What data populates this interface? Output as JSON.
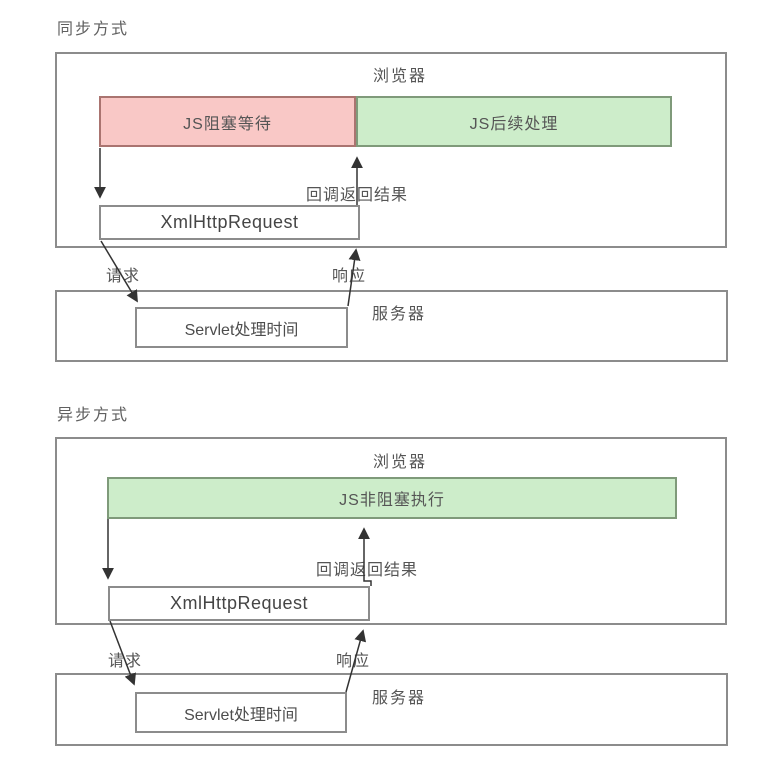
{
  "colors": {
    "box_border": "#8c8c8c",
    "blocked_fill": "#f9c8c6",
    "blocked_border": "#aa7470",
    "green_fill": "#cdedca",
    "green_border": "#7f9a7a",
    "text": "#4d4d4d",
    "arrow": "#333333"
  },
  "sync": {
    "title": "同步方式",
    "browser_label": "浏览器",
    "blocking_label": "JS阻塞等待",
    "followup_label": "JS后续处理",
    "callback_label": "回调返回结果",
    "xhr_label": "XmlHttpRequest",
    "request_label": "请求",
    "response_label": "响应",
    "server_label": "服务器",
    "servlet_label": "Servlet处理时间"
  },
  "async": {
    "title": "异步方式",
    "browser_label": "浏览器",
    "nonblocking_label": "JS非阻塞执行",
    "callback_label": "回调返回结果",
    "xhr_label": "XmlHttpRequest",
    "request_label": "请求",
    "response_label": "响应",
    "server_label": "服务器",
    "servlet_label": "Servlet处理时间"
  }
}
